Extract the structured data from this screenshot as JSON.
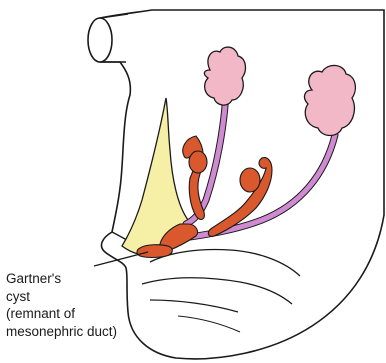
{
  "label": {
    "line1": "Gartner's",
    "line2": "cyst",
    "line3": "(remnant of",
    "line4": "mesonephric duct)"
  },
  "colors": {
    "outline": "#1a1a1a",
    "vagina_fill": "#f6efa6",
    "ovary_fill": "#f3b8c8",
    "tube_fill": "#d08ad2",
    "mesonephric_fill": "#d9582e"
  }
}
